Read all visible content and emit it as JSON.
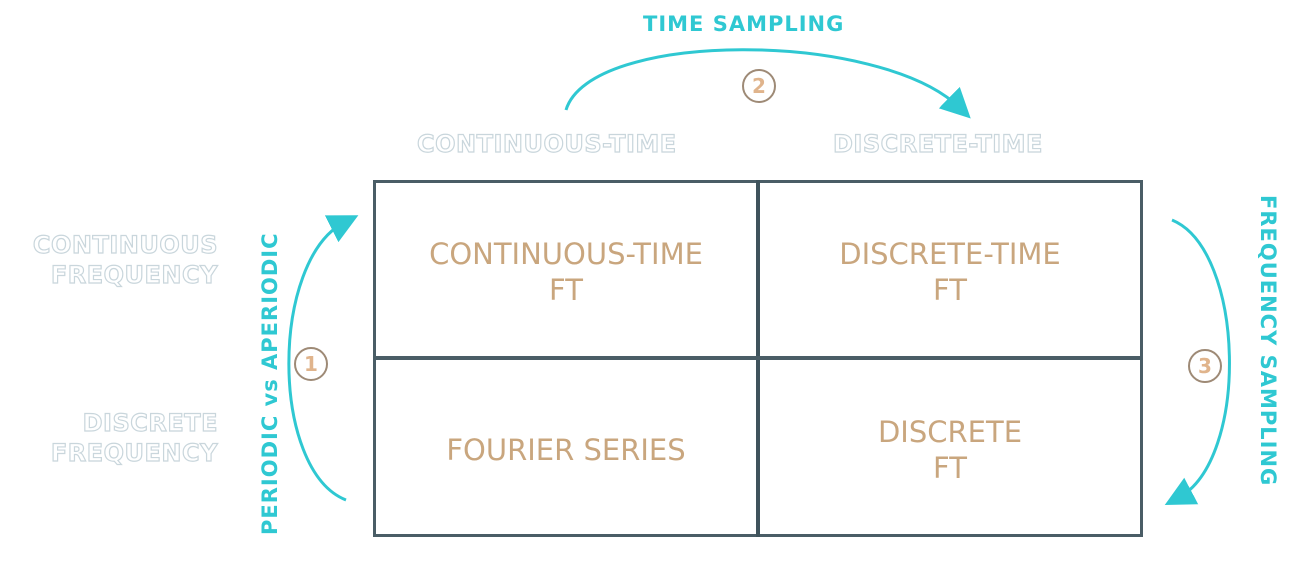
{
  "top_arrow": {
    "label": "TIME SAMPLING",
    "step": "2"
  },
  "left_arrow": {
    "label": "PERIODIC vs APERIODIC",
    "step": "1"
  },
  "right_arrow": {
    "label": "FREQUENCY SAMPLING",
    "step": "3"
  },
  "columns": [
    "CONTINUOUS-TIME",
    "DISCRETE-TIME"
  ],
  "rows": [
    [
      "CONTINUOUS",
      "FREQUENCY"
    ],
    [
      "DISCRETE",
      "FREQUENCY"
    ]
  ],
  "cells": [
    [
      "CONTINUOUS-TIME",
      "FT"
    ],
    [
      "DISCRETE-TIME",
      "FT"
    ],
    [
      "FOURIER SERIES"
    ],
    [
      "DISCRETE",
      "FT"
    ]
  ],
  "colors": {
    "accent": "#2fc8d2",
    "cell_text": "#c9a67e",
    "grid": "#4a5d66"
  }
}
